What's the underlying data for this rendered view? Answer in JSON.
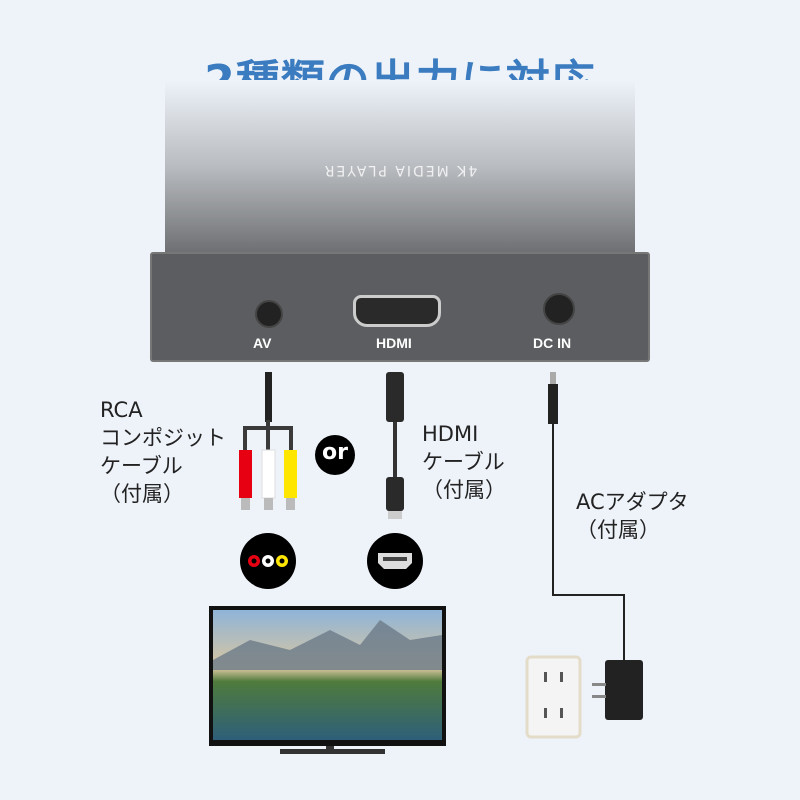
{
  "title": "2種類の出力に対応",
  "device": {
    "top_print": "4K MEDIA PLAYER",
    "ports": {
      "av": "AV",
      "hdmi": "HDMI",
      "dc": "DC IN"
    }
  },
  "labels": {
    "rca": [
      "RCA",
      "コンポジット",
      "ケーブル",
      "（付属）"
    ],
    "or": "or",
    "hdmi": [
      "HDMI",
      "ケーブル",
      "（付属）"
    ],
    "ac": [
      "ACアダプタ",
      "（付属）"
    ]
  },
  "colors": {
    "title": "#3b7bbf",
    "background": "#eef3fa",
    "rca_red": "#e60012",
    "rca_white": "#ffffff",
    "rca_yellow": "#ffe600"
  }
}
